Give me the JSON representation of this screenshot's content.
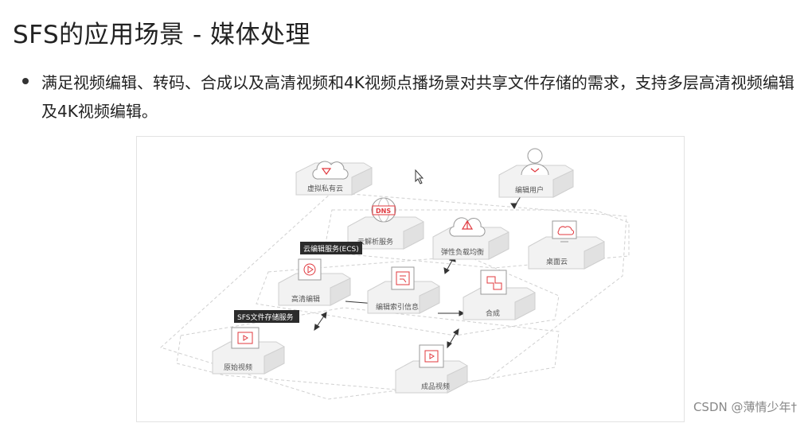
{
  "title": "SFS的应用场景 - 媒体处理",
  "bullet": "满足视频编辑、转码、合成以及高清视频和4K视频点播场景对共享文件存储的需求，支持多层高清视频编辑及4K视频编辑。",
  "diagram": {
    "nodes": {
      "vpc": "虚拟私有云",
      "editor_user": "编辑用户",
      "dns": "云解析服务",
      "elb": "弹性负载均衡",
      "desktop": "桌面云",
      "hd_edit": "高清编辑",
      "edit_index": "编辑索引信息",
      "compose": "合成",
      "raw_video": "原始视频",
      "final_video": "成品视频"
    },
    "tags": {
      "ecs": "云编辑服务(ECS)",
      "sfs": "SFS文件存储服务"
    },
    "dns_badge": "DNS",
    "accent_color": "#e0383e",
    "tag_color": "#2b2b2b"
  },
  "watermark": "CSDN @薄情少年†"
}
